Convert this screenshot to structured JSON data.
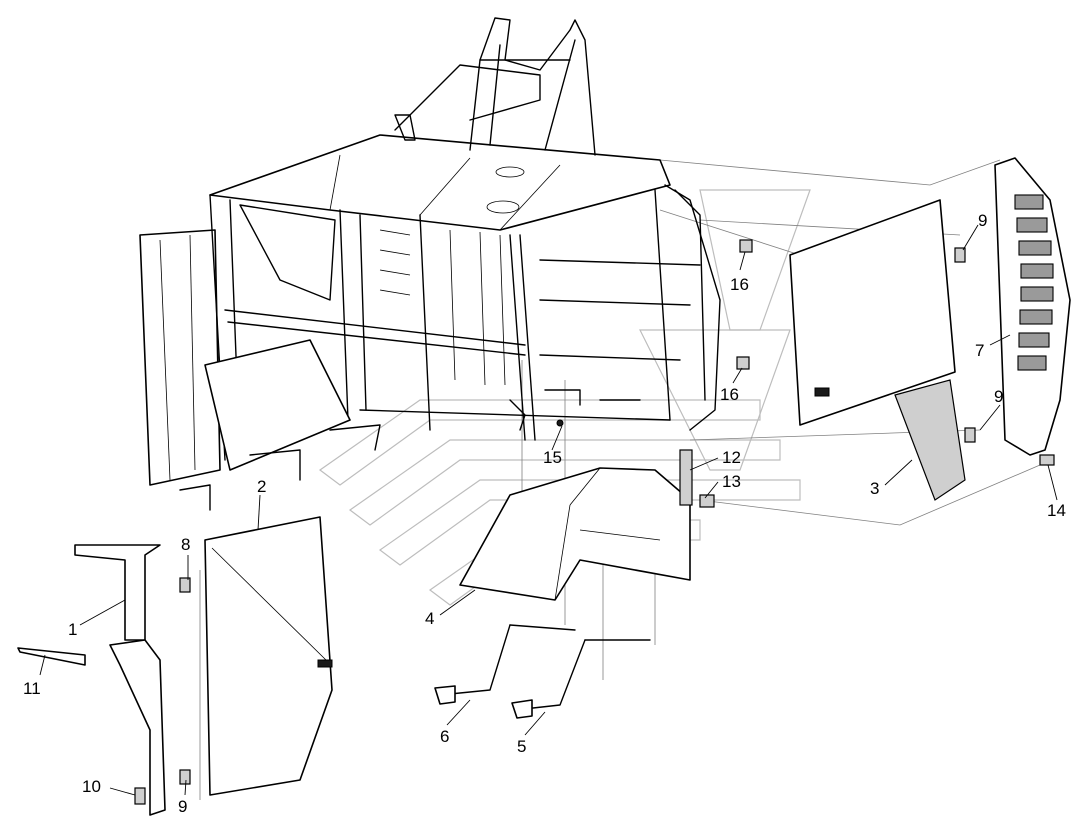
{
  "diagram": {
    "callouts": [
      {
        "id": "1",
        "text": "1"
      },
      {
        "id": "2",
        "text": "2"
      },
      {
        "id": "3",
        "text": "3"
      },
      {
        "id": "4",
        "text": "4"
      },
      {
        "id": "5",
        "text": "5"
      },
      {
        "id": "6",
        "text": "6"
      },
      {
        "id": "7",
        "text": "7"
      },
      {
        "id": "8",
        "text": "8"
      },
      {
        "id": "9a",
        "text": "9"
      },
      {
        "id": "9b",
        "text": "9"
      },
      {
        "id": "9c",
        "text": "9"
      },
      {
        "id": "10",
        "text": "10"
      },
      {
        "id": "11",
        "text": "11"
      },
      {
        "id": "12",
        "text": "12"
      },
      {
        "id": "13",
        "text": "13"
      },
      {
        "id": "14",
        "text": "14"
      },
      {
        "id": "15",
        "text": "15"
      },
      {
        "id": "16a",
        "text": "16"
      },
      {
        "id": "16b",
        "text": "16"
      }
    ]
  }
}
